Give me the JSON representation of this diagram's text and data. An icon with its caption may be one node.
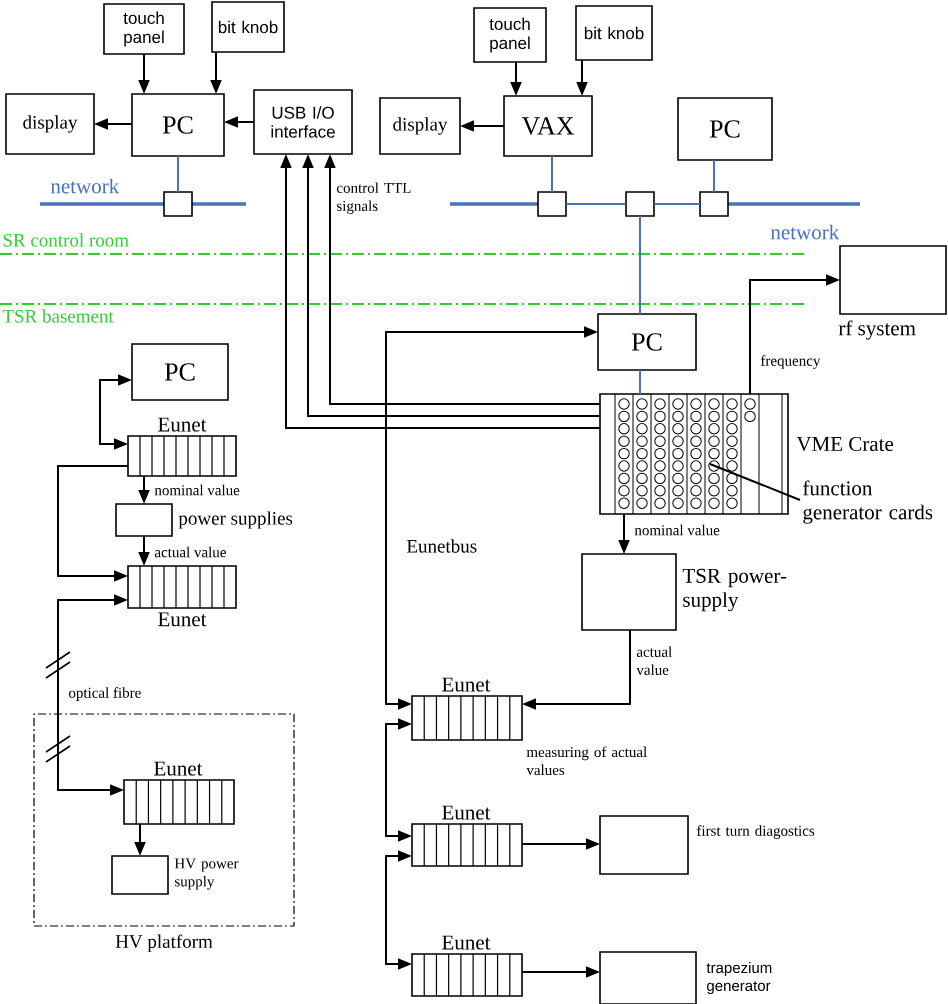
{
  "diagram": {
    "nodes": [
      {
        "text": [
          "touch panel"
        ]
      },
      {
        "text": [
          "bit knob"
        ]
      },
      {
        "text": [
          "display"
        ]
      },
      {
        "text": [
          "PC"
        ]
      },
      {
        "text": [
          "USB I/O interface"
        ]
      },
      {
        "text": [],
        "shape": "box"
      },
      {
        "text": [
          "display"
        ]
      },
      {
        "text": [
          "touch panel"
        ]
      },
      {
        "text": [
          "bit knob"
        ]
      },
      {
        "text": [
          "VAX"
        ]
      },
      {
        "text": [
          "PC"
        ]
      },
      {
        "text": [],
        "shape": "box"
      },
      {
        "text": [],
        "shape": "box"
      },
      {
        "text": [],
        "shape": "box"
      },
      {
        "text": [
          "rf system"
        ]
      },
      {
        "text": [
          "PC"
        ]
      },
      {
        "text": [
          "VME Crate"
        ]
      },
      {
        "text": [
          "function generator cards"
        ]
      },
      {
        "text": [
          "PC"
        ]
      },
      {
        "text": [
          "Eunet"
        ]
      },
      {
        "text": [
          "power supplies"
        ]
      },
      {
        "text": [
          "Eunet"
        ]
      },
      {
        "text": [
          "HV platform"
        ]
      },
      {
        "text": [
          "Eunet"
        ],
        "in": 22
      },
      {
        "text": [
          "HV power supply"
        ],
        "in": 22
      },
      {
        "text": [
          "TSR power-supply"
        ]
      },
      {
        "text": [
          "Eunet"
        ],
        "beside": [
          "measuring of actual values"
        ]
      },
      {
        "text": [
          "Eunet"
        ]
      },
      {
        "text": [
          "first turn diagostics"
        ]
      },
      {
        "text": [
          "Eunet"
        ]
      },
      {
        "text": [
          "trapezium generator"
        ]
      }
    ],
    "edges": [
      {
        "from": 0,
        "to": 3,
        "arrow": "to"
      },
      {
        "from": 1,
        "to": 3,
        "arrow": "to"
      },
      {
        "from": 3,
        "to": 2,
        "arrow": "to"
      },
      {
        "from": 4,
        "to": 3,
        "arrow": "to"
      },
      {
        "from": 3,
        "to": 5,
        "arrow": "none",
        "color": "#4a72b8"
      },
      {
        "from": 7,
        "to": 9,
        "arrow": "to"
      },
      {
        "from": 8,
        "to": 9,
        "arrow": "to"
      },
      {
        "from": 9,
        "to": 6,
        "arrow": "to"
      },
      {
        "from": 9,
        "to": 11,
        "arrow": "none",
        "color": "#4a72b8"
      },
      {
        "from": 11,
        "to": 12,
        "arrow": "none",
        "color": "#4a72b8"
      },
      {
        "from": 12,
        "to": 13,
        "arrow": "none",
        "color": "#4a72b8"
      },
      {
        "from": 10,
        "to": 13,
        "arrow": "none",
        "color": "#4a72b8"
      },
      {
        "from": 12,
        "to": 15,
        "arrow": "none",
        "color": "#4a72b8"
      },
      {
        "from": 15,
        "to": 16,
        "arrow": "none",
        "color": "#4a72b8"
      },
      {
        "from": 16,
        "to": 4,
        "arrow": "to"
      },
      {
        "from": 16,
        "to": 4,
        "arrow": "to"
      },
      {
        "from": 16,
        "to": 4,
        "arrow": "to"
      },
      {
        "from": 16,
        "to": 14,
        "arrow": "to",
        "label": "frequency"
      },
      {
        "from": 18,
        "to": 19,
        "arrow": "both"
      },
      {
        "from": 19,
        "to": 20,
        "arrow": "to",
        "label": "nominal value"
      },
      {
        "from": 20,
        "to": 21,
        "arrow": "to",
        "label": "actual value"
      },
      {
        "from": 19,
        "to": 21,
        "arrow": "to"
      },
      {
        "from": 21,
        "to": 23,
        "arrow": "both",
        "label": "optical fibre"
      },
      {
        "from": 23,
        "to": 24,
        "arrow": "to"
      },
      {
        "from": 16,
        "to": 25,
        "arrow": "to",
        "label": "nominal value"
      },
      {
        "from": 25,
        "to": 26,
        "arrow": "to",
        "label": "actual value"
      },
      {
        "from": 15,
        "to": 26,
        "arrow": "both"
      },
      {
        "from": 26,
        "to": 27,
        "arrow": "both"
      },
      {
        "from": 27,
        "to": 29,
        "arrow": "both"
      },
      {
        "from": 27,
        "to": 28,
        "arrow": "to"
      },
      {
        "from": 29,
        "to": 30,
        "arrow": "to"
      },
      {
        "from": 17,
        "to": 16,
        "arrow": "none"
      }
    ],
    "labels": [
      "network",
      "network",
      "SR control room",
      "TSR basement",
      "control TTL signals",
      "Eunetbus"
    ]
  }
}
